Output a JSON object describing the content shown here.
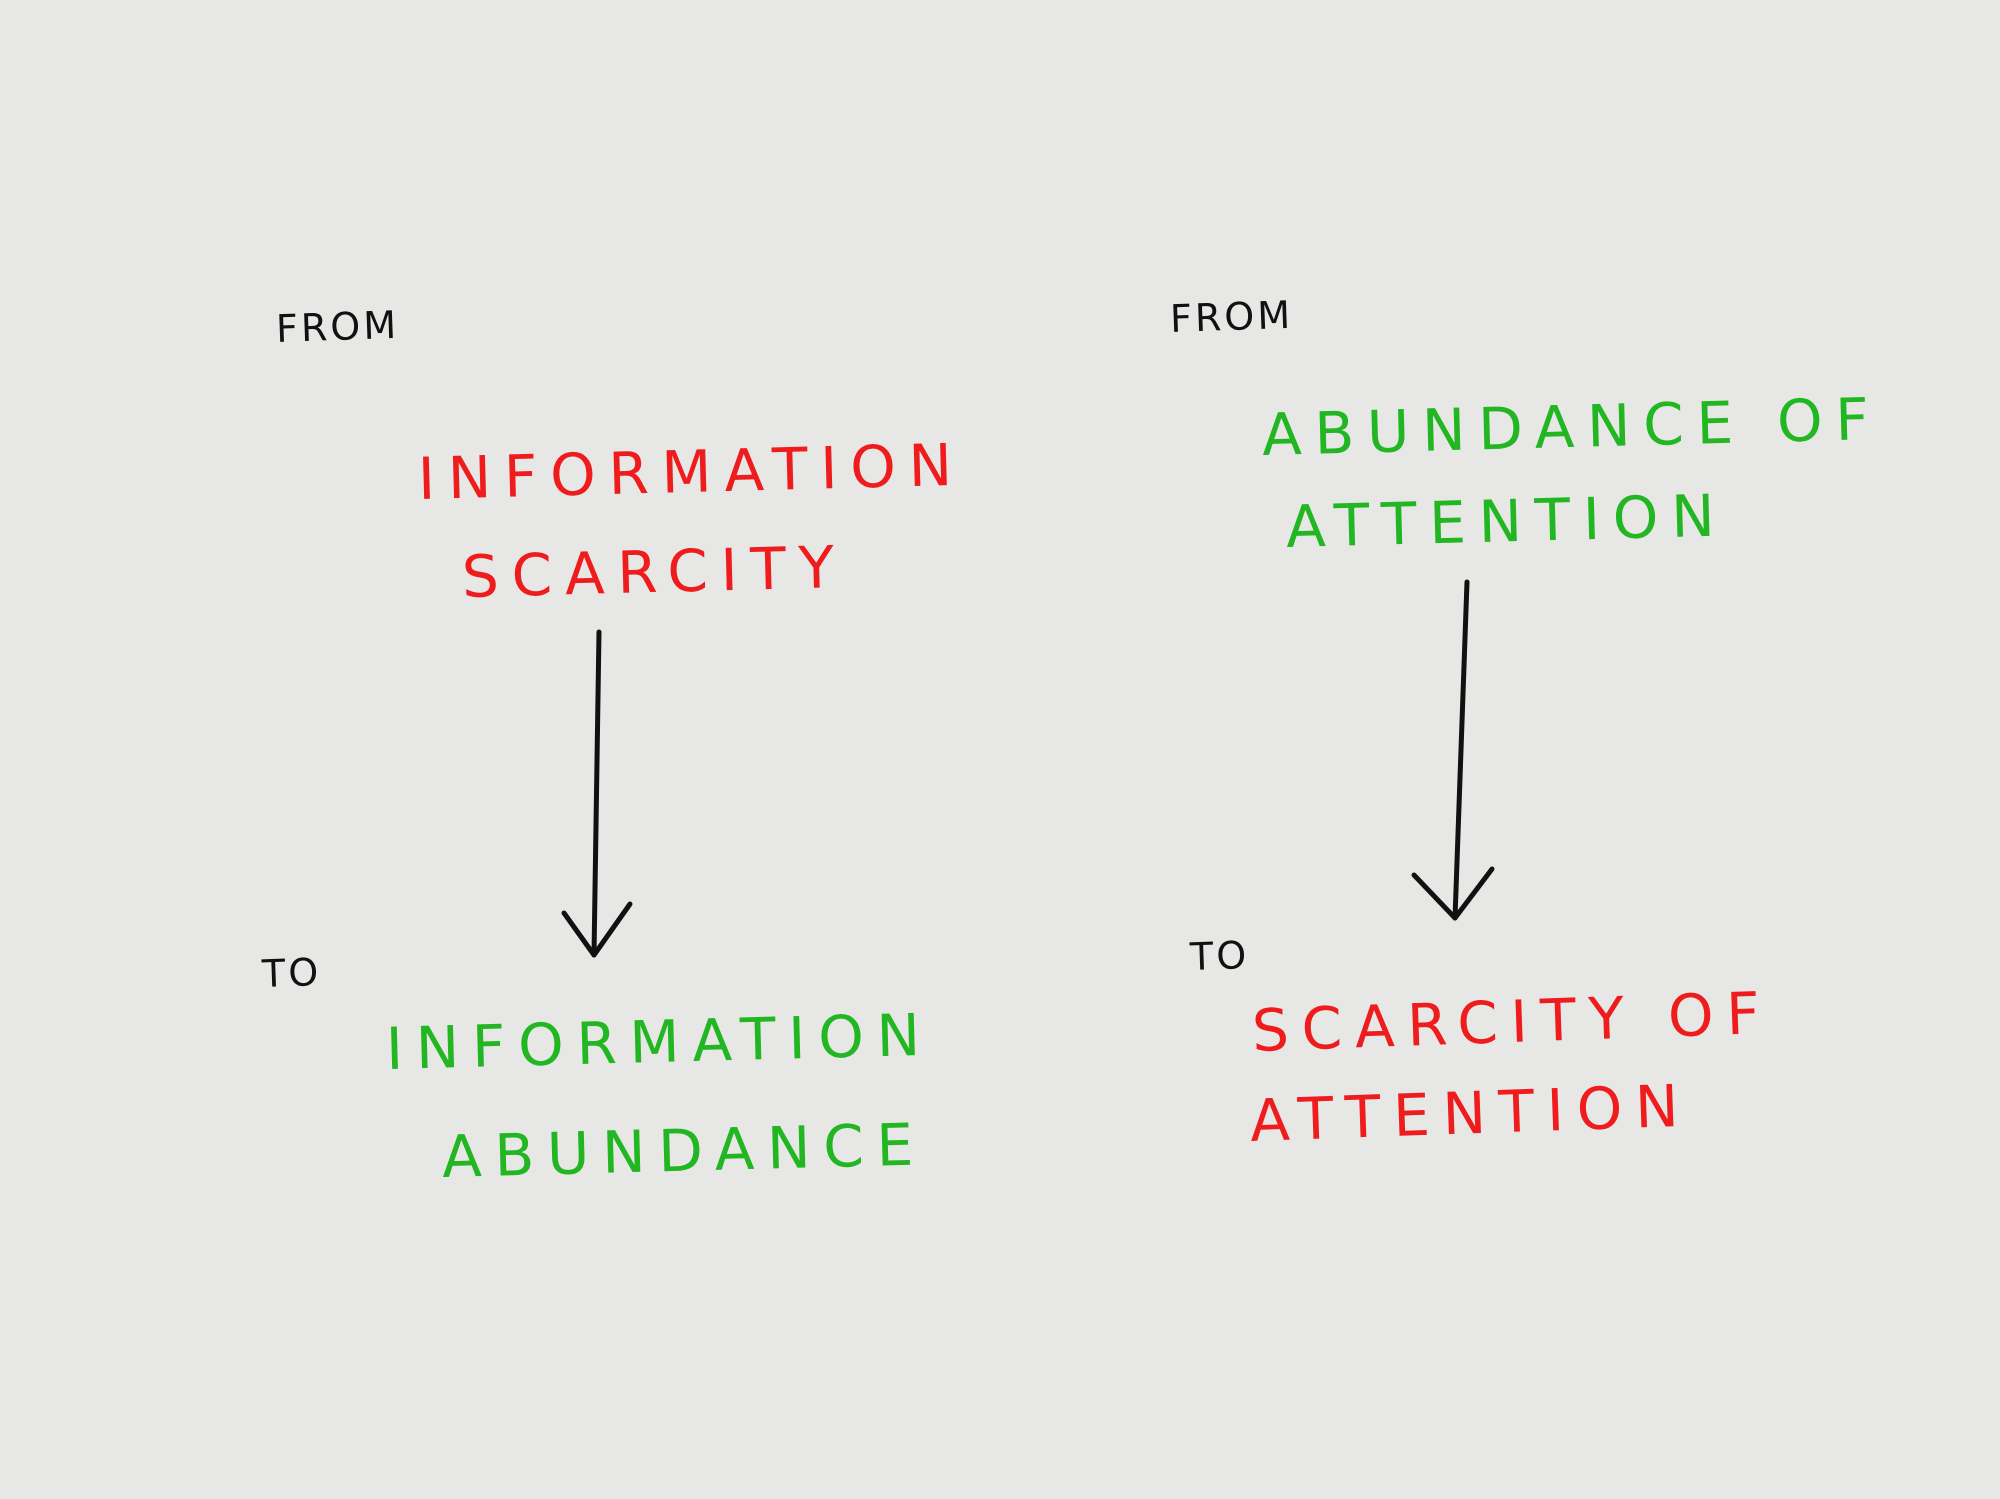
{
  "diagram": {
    "colors": {
      "background": "#e7e7e5",
      "ink": "#111111",
      "scarcity": "#ee1c1c",
      "abundance": "#22b622"
    },
    "left": {
      "from_label": "FROM",
      "source_line1": "INFORMATION",
      "source_line2": "SCARCITY",
      "to_label": "TO",
      "target_line1": "INFORMATION",
      "target_line2": "ABUNDANCE"
    },
    "right": {
      "from_label": "FROM",
      "source_line1": "ABUNDANCE OF",
      "source_line2": "ATTENTION",
      "to_label": "TO",
      "target_line1": "SCARCITY OF",
      "target_line2": "ATTENTION"
    }
  }
}
